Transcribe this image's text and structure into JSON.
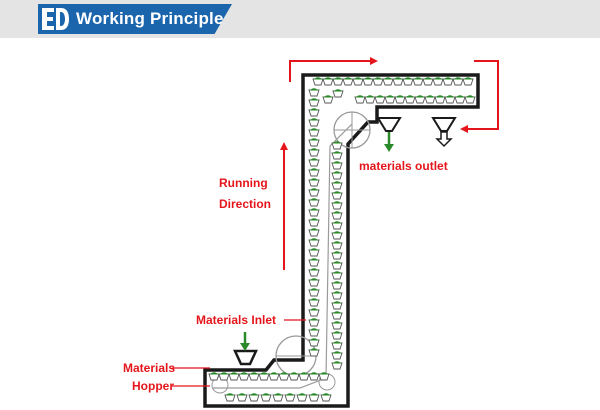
{
  "header": {
    "title": "Working Principle",
    "logo_icon": "company-logo-icon",
    "accent_color": "#1b65ad"
  },
  "diagram": {
    "labels": {
      "materials_outlet": "materials outlet",
      "running": "Running",
      "direction": "Direction",
      "materials_inlet": "Materials Inlet",
      "materials": "Materials",
      "hopper": "Hopper"
    },
    "colors": {
      "frame": "#1a1a1a",
      "arrow": "#e4161b",
      "material": "#2a8a2a"
    }
  }
}
